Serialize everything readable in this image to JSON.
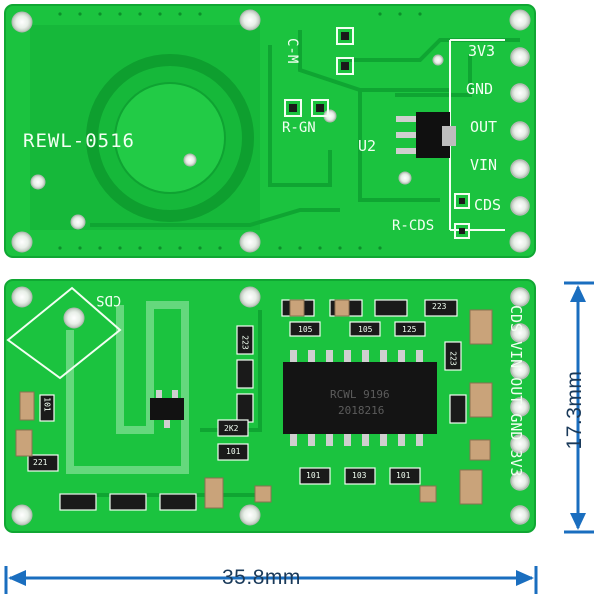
{
  "top_board": {
    "model": "REWL-0516",
    "labels": {
      "cm": "C-M",
      "rgn": "R-GN",
      "u2": "U2",
      "rcds": "R-CDS"
    },
    "pins": [
      "3V3",
      "GND",
      "OUT",
      "VIN",
      "CDS"
    ]
  },
  "bottom_board": {
    "cds_label": "CDS",
    "chip_marking": "RCWL 9196",
    "chip_date": "2018216",
    "pins_vertical": "CDS VIN OUT GND 3V3",
    "resistor_codes": [
      "223",
      "105",
      "105",
      "125",
      "223",
      "223",
      "101",
      "103",
      "101",
      "101",
      "221",
      "2K2",
      "101"
    ]
  },
  "dimensions": {
    "width": "35.8mm",
    "height": "17.3mm"
  },
  "colors": {
    "pcb": "#19c43f",
    "pcb_dark": "#0fa832",
    "silk": "#f2fff2",
    "arrow": "#1a6ebf"
  }
}
